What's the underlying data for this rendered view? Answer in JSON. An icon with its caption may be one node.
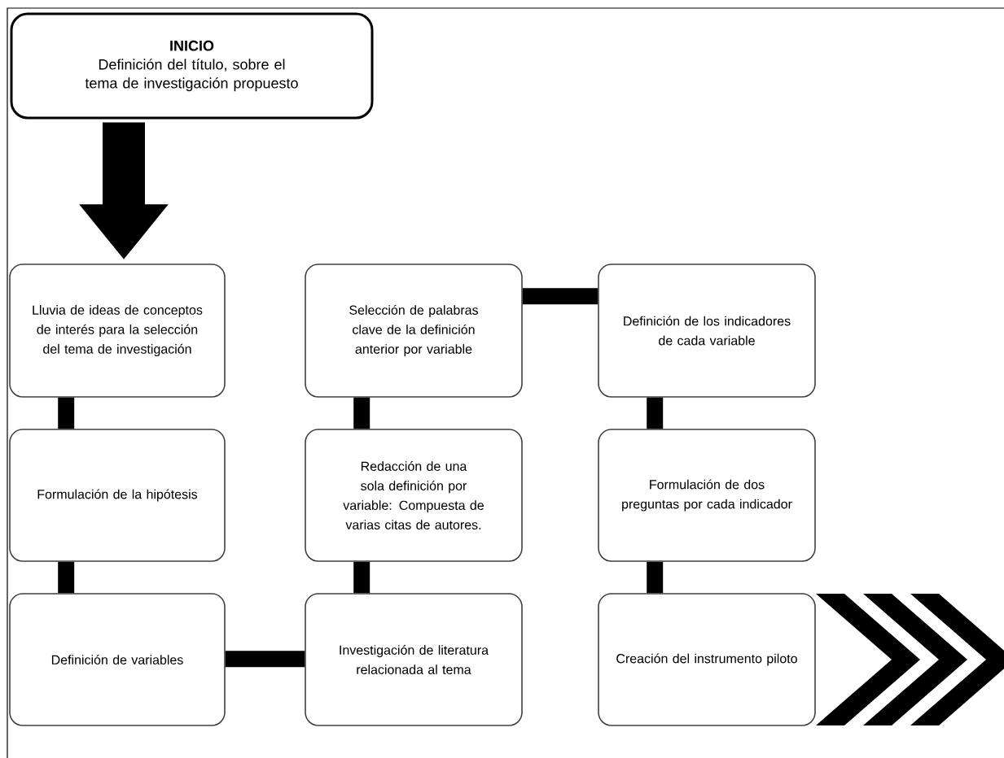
{
  "diagram": {
    "nodes": [
      {
        "text": [
          "INICIO",
          "Definición del título, sobre el tema de investigación propuesto"
        ]
      },
      {
        "text": [
          "Lluvia de ideas de conceptos de interés para la selección del tema de investigación"
        ]
      },
      {
        "text": [
          "Formulación de la hipótesis"
        ]
      },
      {
        "text": [
          "Definición de variables"
        ]
      },
      {
        "text": [
          "Investigación de literatura relacionada al tema"
        ]
      },
      {
        "text": [
          "Redacción de una sola definición por variable: Compuesta de varias citas de autores."
        ]
      },
      {
        "text": [
          "Selección de palabras clave de la definición anterior por variable"
        ]
      },
      {
        "text": [
          "Definición de los indicadores de cada variable"
        ]
      },
      {
        "text": [
          "Formulación de dos preguntas por cada indicador"
        ]
      },
      {
        "text": [
          "Creación del instrumento piloto"
        ]
      }
    ],
    "edges": [
      {
        "from": 0,
        "to": 1,
        "arrow": "to",
        "style": "thick"
      },
      {
        "from": 1,
        "to": 2,
        "arrow": "none"
      },
      {
        "from": 2,
        "to": 3,
        "arrow": "none"
      },
      {
        "from": 3,
        "to": 4,
        "arrow": "none"
      },
      {
        "from": 4,
        "to": 5,
        "arrow": "none"
      },
      {
        "from": 5,
        "to": 6,
        "arrow": "none"
      },
      {
        "from": 6,
        "to": 7,
        "arrow": "none"
      },
      {
        "from": 7,
        "to": 8,
        "arrow": "none"
      },
      {
        "from": 8,
        "to": 9,
        "arrow": "none"
      }
    ]
  }
}
